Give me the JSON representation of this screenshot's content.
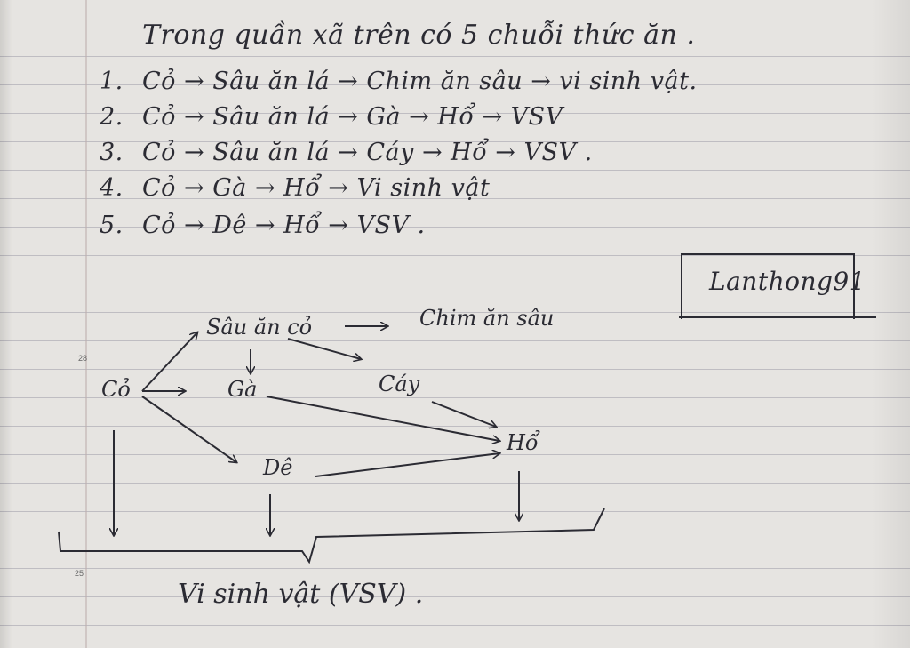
{
  "heading": "Trong quần xã trên có 5 chuỗi thức ăn .",
  "chains": [
    {
      "num": "1.",
      "text": "Cỏ → Sâu ăn lá → Chim ăn sâu → vi sinh vật."
    },
    {
      "num": "2.",
      "text": "Cỏ → Sâu ăn lá → Gà → Hổ → VSV"
    },
    {
      "num": "3.",
      "text": "Cỏ → Sâu ăn lá → Cáy → Hổ → VSV ."
    },
    {
      "num": "4.",
      "text": "Cỏ → Gà → Hổ → Vi sinh vật"
    },
    {
      "num": "5.",
      "text": "Cỏ → Dê → Hổ → VSV ."
    }
  ],
  "signature": "Lanthong91",
  "margin_numbers": {
    "top": "28",
    "bottom": "25"
  },
  "web": {
    "sau_an_co": "Sâu ăn cỏ",
    "chim_an_sau": "Chim ăn sâu",
    "co": "Cỏ",
    "ga": "Gà",
    "cay": "Cáy",
    "ho": "Hổ",
    "de": "Dê",
    "vsv": "Vi sinh vật (VSV) ."
  }
}
